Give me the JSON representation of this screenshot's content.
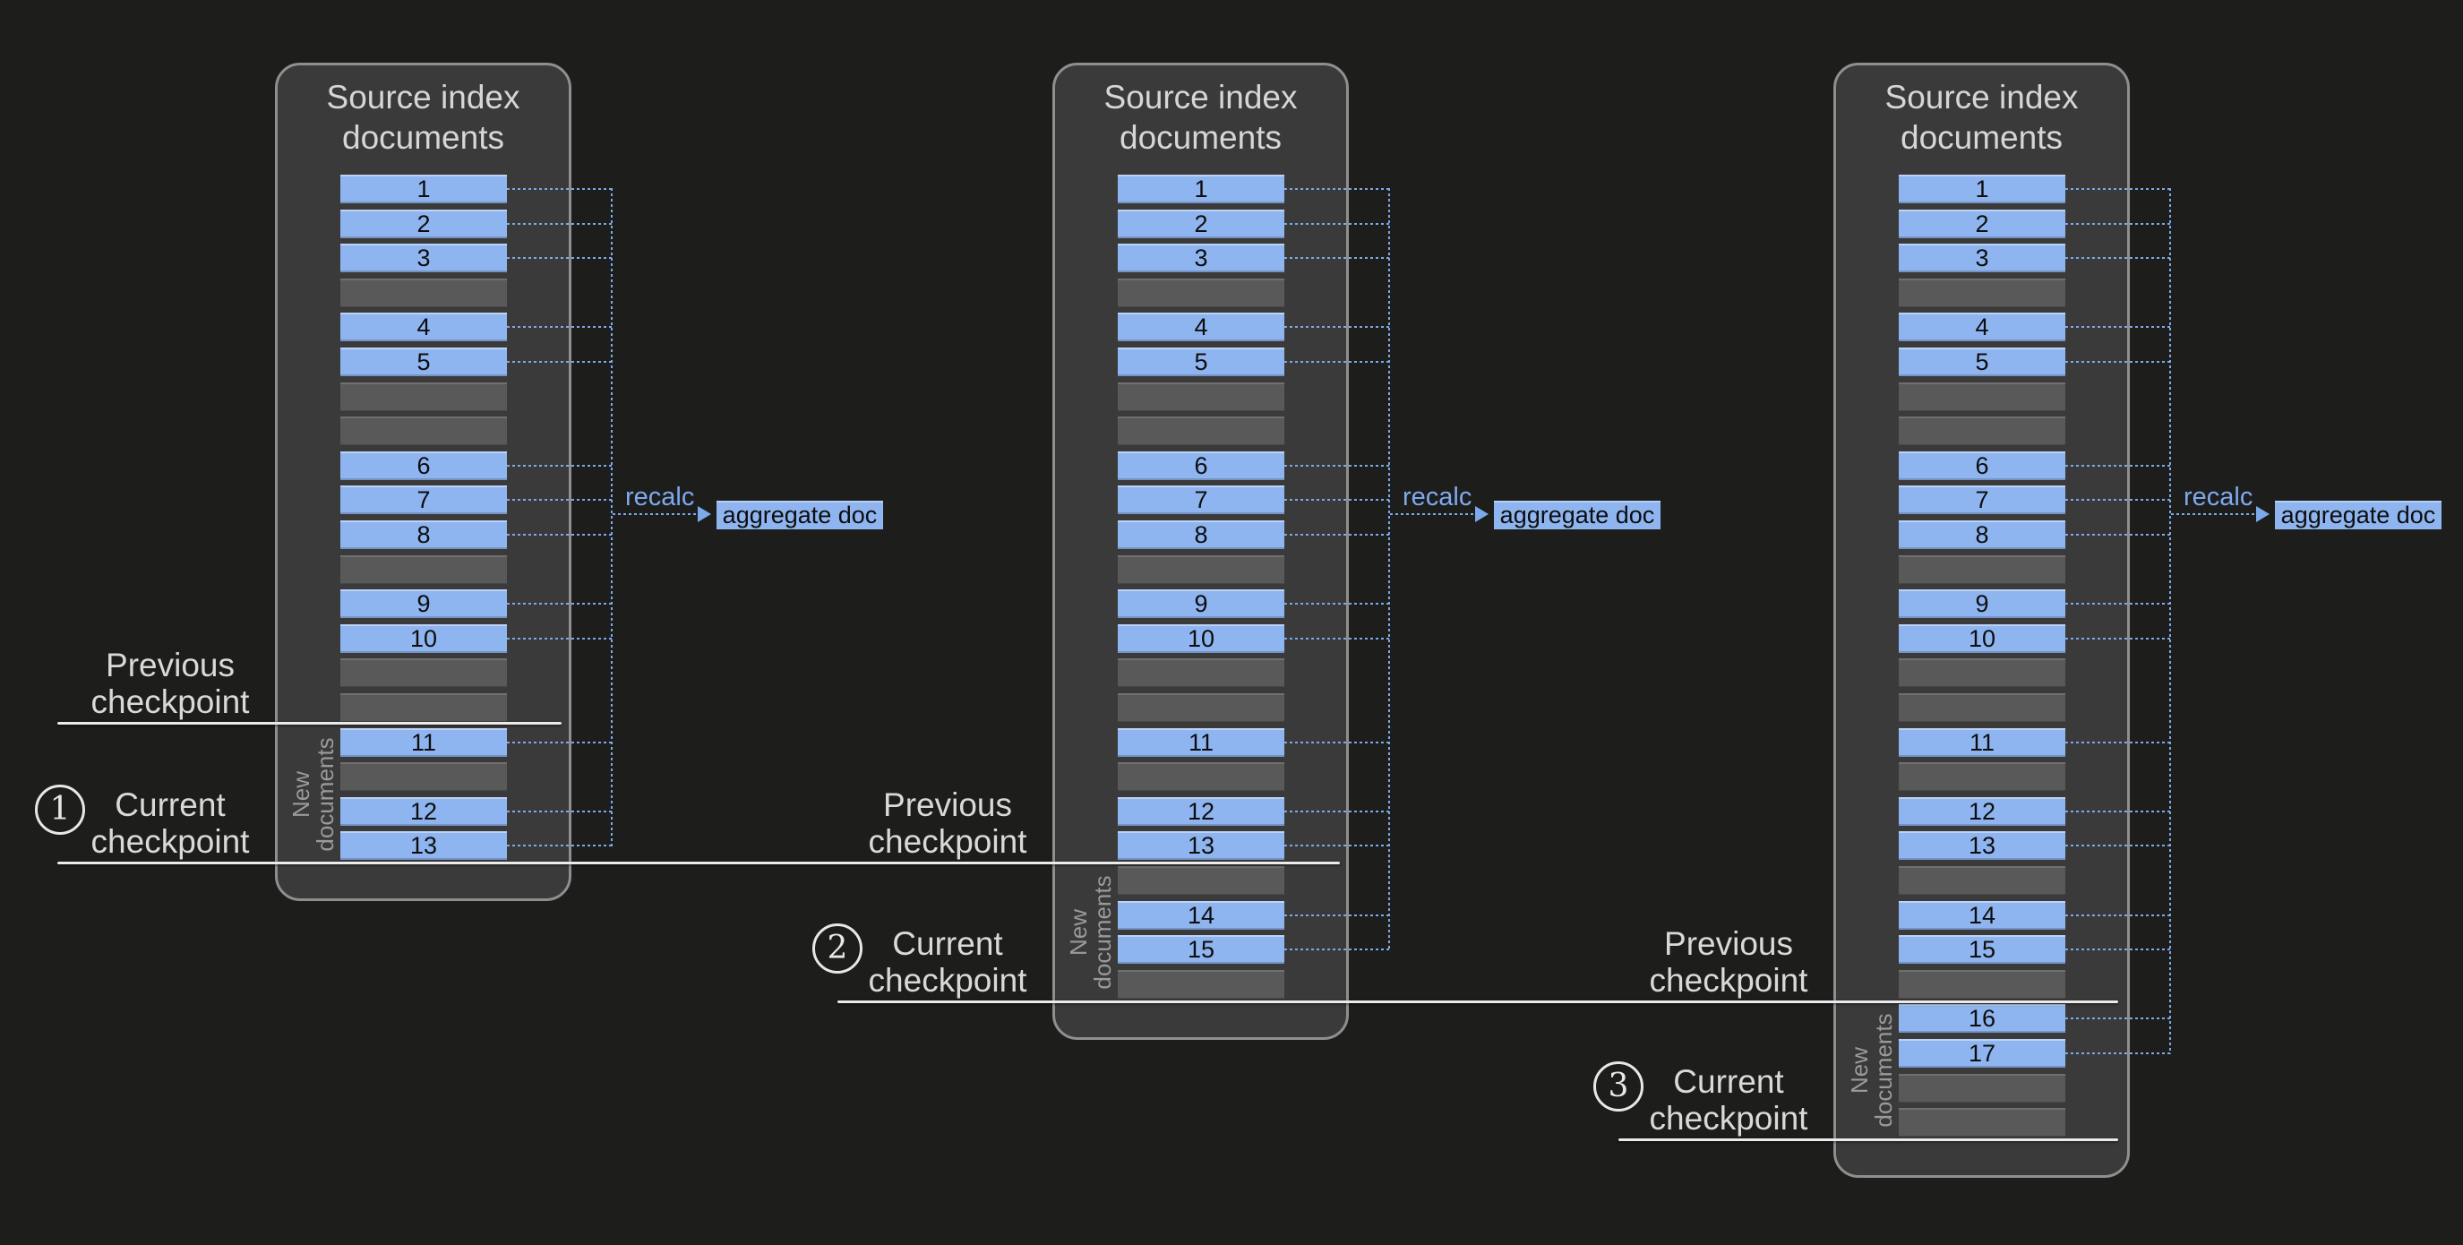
{
  "page": {
    "background_color": "#1d1d1b"
  },
  "colors": {
    "doc_bar_fill": "#8fb5f0",
    "empty_bar_fill": "#595959",
    "connector_blue": "#7ca9ea",
    "checkpoint_line_white": "#ebebeb",
    "panel_background": "#3a3a3a",
    "panel_border": "#8f8f8f",
    "title_text": "#d6d6d6",
    "muted_text": "#9a9a9a",
    "doc_number_text": "#0d0d0d",
    "recalc_text": "#7fa9ef"
  },
  "panels": [
    {
      "title": "Source index documents",
      "rows": [
        "1",
        "2",
        "3",
        "",
        "4",
        "5",
        "",
        "",
        "6",
        "7",
        "8",
        "",
        "9",
        "10",
        "",
        "",
        "11",
        "",
        "12",
        "13"
      ],
      "new_documents_label": "New documents",
      "new_documents_start_row": 17,
      "recalc_label": "recalc",
      "aggregate_label": "aggregate doc",
      "previous_checkpoint_label": "Previous checkpoint",
      "current_checkpoint_label": "Current checkpoint",
      "marker": "1"
    },
    {
      "title": "Source index documents",
      "rows": [
        "1",
        "2",
        "3",
        "",
        "4",
        "5",
        "",
        "",
        "6",
        "7",
        "8",
        "",
        "9",
        "10",
        "",
        "",
        "11",
        "",
        "12",
        "13",
        "",
        "14",
        "15",
        ""
      ],
      "new_documents_label": "New documents",
      "new_documents_start_row": 21,
      "recalc_label": "recalc",
      "aggregate_label": "aggregate doc",
      "previous_checkpoint_label": "Previous checkpoint",
      "current_checkpoint_label": "Current checkpoint",
      "marker": "2"
    },
    {
      "title": "Source index documents",
      "rows": [
        "1",
        "2",
        "3",
        "",
        "4",
        "5",
        "",
        "",
        "6",
        "7",
        "8",
        "",
        "9",
        "10",
        "",
        "",
        "11",
        "",
        "12",
        "13",
        "",
        "14",
        "15",
        "",
        "16",
        "17",
        "",
        ""
      ],
      "new_documents_label": "New documents",
      "new_documents_start_row": 25,
      "recalc_label": "recalc",
      "aggregate_label": "aggregate doc",
      "previous_checkpoint_label": "Previous checkpoint",
      "current_checkpoint_label": "Current checkpoint",
      "marker": "3"
    }
  ]
}
